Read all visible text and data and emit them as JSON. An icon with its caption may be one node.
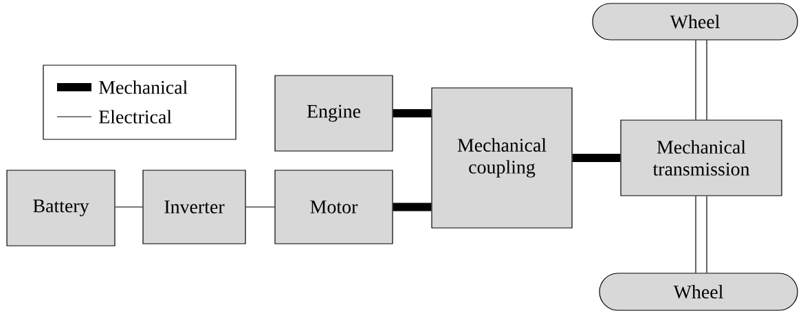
{
  "diagram": {
    "nodes": [
      {
        "text": [
          "Wheel"
        ]
      },
      {
        "text": [
          "Engine"
        ]
      },
      {
        "text": [
          "Mechanical coupling"
        ]
      },
      {
        "text": [
          "Mechanical transmission"
        ]
      },
      {
        "text": [
          "Battery"
        ]
      },
      {
        "text": [
          "Inverter"
        ]
      },
      {
        "text": [
          "Motor"
        ]
      },
      {
        "text": [
          "Wheel"
        ]
      }
    ],
    "edges": [
      {
        "from": 4,
        "to": 5,
        "arrow": "none"
      },
      {
        "from": 5,
        "to": 6,
        "arrow": "none"
      },
      {
        "from": 1,
        "to": 2,
        "arrow": "none",
        "style": "thick"
      },
      {
        "from": 6,
        "to": 2,
        "arrow": "none",
        "style": "thick"
      },
      {
        "from": 2,
        "to": 3,
        "arrow": "none",
        "style": "thick"
      },
      {
        "from": 3,
        "to": 0,
        "arrow": "none"
      },
      {
        "from": 3,
        "to": 7,
        "arrow": "none"
      }
    ],
    "legend": [
      {
        "text": "Mechanical"
      },
      {
        "text": "Electrical"
      }
    ]
  }
}
